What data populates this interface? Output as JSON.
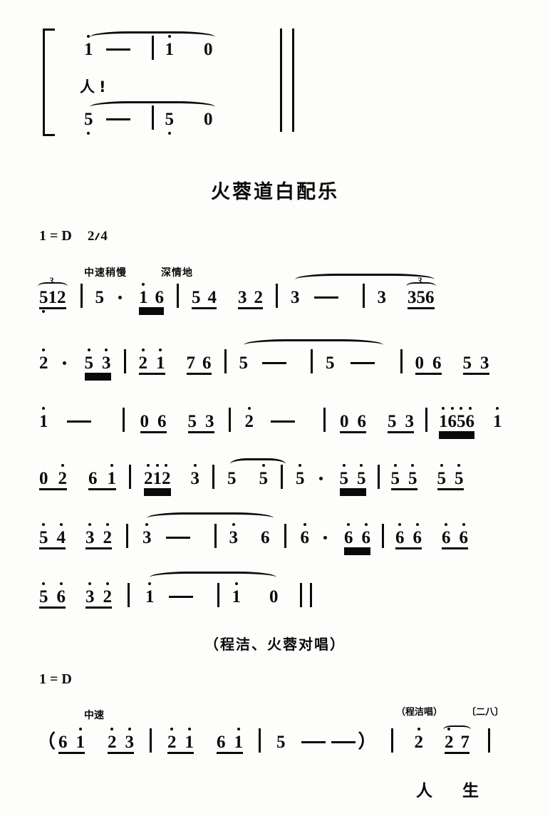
{
  "document": {
    "title": "火蓉道白配乐",
    "type": "jianpu-numbered-musical-notation"
  },
  "top_system": {
    "lyric": "人!",
    "upper_voice": {
      "notes": [
        "1̇",
        "—",
        "1̇",
        "0"
      ]
    },
    "lower_voice": {
      "notes": [
        "5̇",
        "—",
        "5̇",
        "0"
      ]
    }
  },
  "section_one": {
    "key_label": "1 = D",
    "time_signature_num": "2",
    "time_signature_den": "4",
    "tempo_marks": [
      "中速稍慢",
      "深情地"
    ],
    "lines": [
      {
        "id": "line-1",
        "cells": [
          "512",
          "5",
          "·",
          "1̇ 6",
          "5 4",
          "3 2",
          "3",
          "—",
          "3",
          "356"
        ]
      },
      {
        "id": "line-2",
        "cells": [
          "2̇",
          "·",
          "5̇ 3̇",
          "2̇ 1̇",
          "7 6",
          "5",
          "—",
          "5",
          "—",
          "0 6",
          "5 3"
        ]
      },
      {
        "id": "line-3",
        "cells": [
          "1̇",
          "—",
          "0 6",
          "5 3",
          "2̇",
          "—",
          "0 6",
          "5 3",
          "1̇6̇5̇6̇",
          "1̇"
        ]
      },
      {
        "id": "line-4",
        "cells": [
          "0 2̇",
          "6 1̇",
          "2̇1̇2̇",
          "3̇",
          "5",
          "5̇",
          "5̇",
          "·",
          "5̇ 5̇",
          "5̇ 5̇",
          "5̇ 5̇"
        ]
      },
      {
        "id": "line-5",
        "cells": [
          "5̇ 4̇",
          "3̇ 2̇",
          "3̇",
          "—",
          "3̇",
          "6",
          "6",
          "6̇",
          "·",
          "6̇ 6̇",
          "6̇ 6̇",
          "6̇ 6̇"
        ]
      },
      {
        "id": "line-6",
        "cells": [
          "5̇ 6̇",
          "3̇ 2̇",
          "1̇",
          "—",
          "1̇",
          "0"
        ]
      }
    ]
  },
  "duet_note": "（程洁、火蓉对唱）",
  "section_two": {
    "key_label": "1 = D",
    "tempo_mark": "中速",
    "singer_note": "（程洁唱）",
    "banshi_note": "〔二八〕",
    "cells": [
      "（",
      "6 1̇",
      "2̇ 3̇",
      "2̇ 1̇",
      "6 1̇",
      "5",
      "—",
      "）",
      "2̇",
      "2̇ 7"
    ],
    "lyrics": [
      "人",
      "生"
    ]
  }
}
